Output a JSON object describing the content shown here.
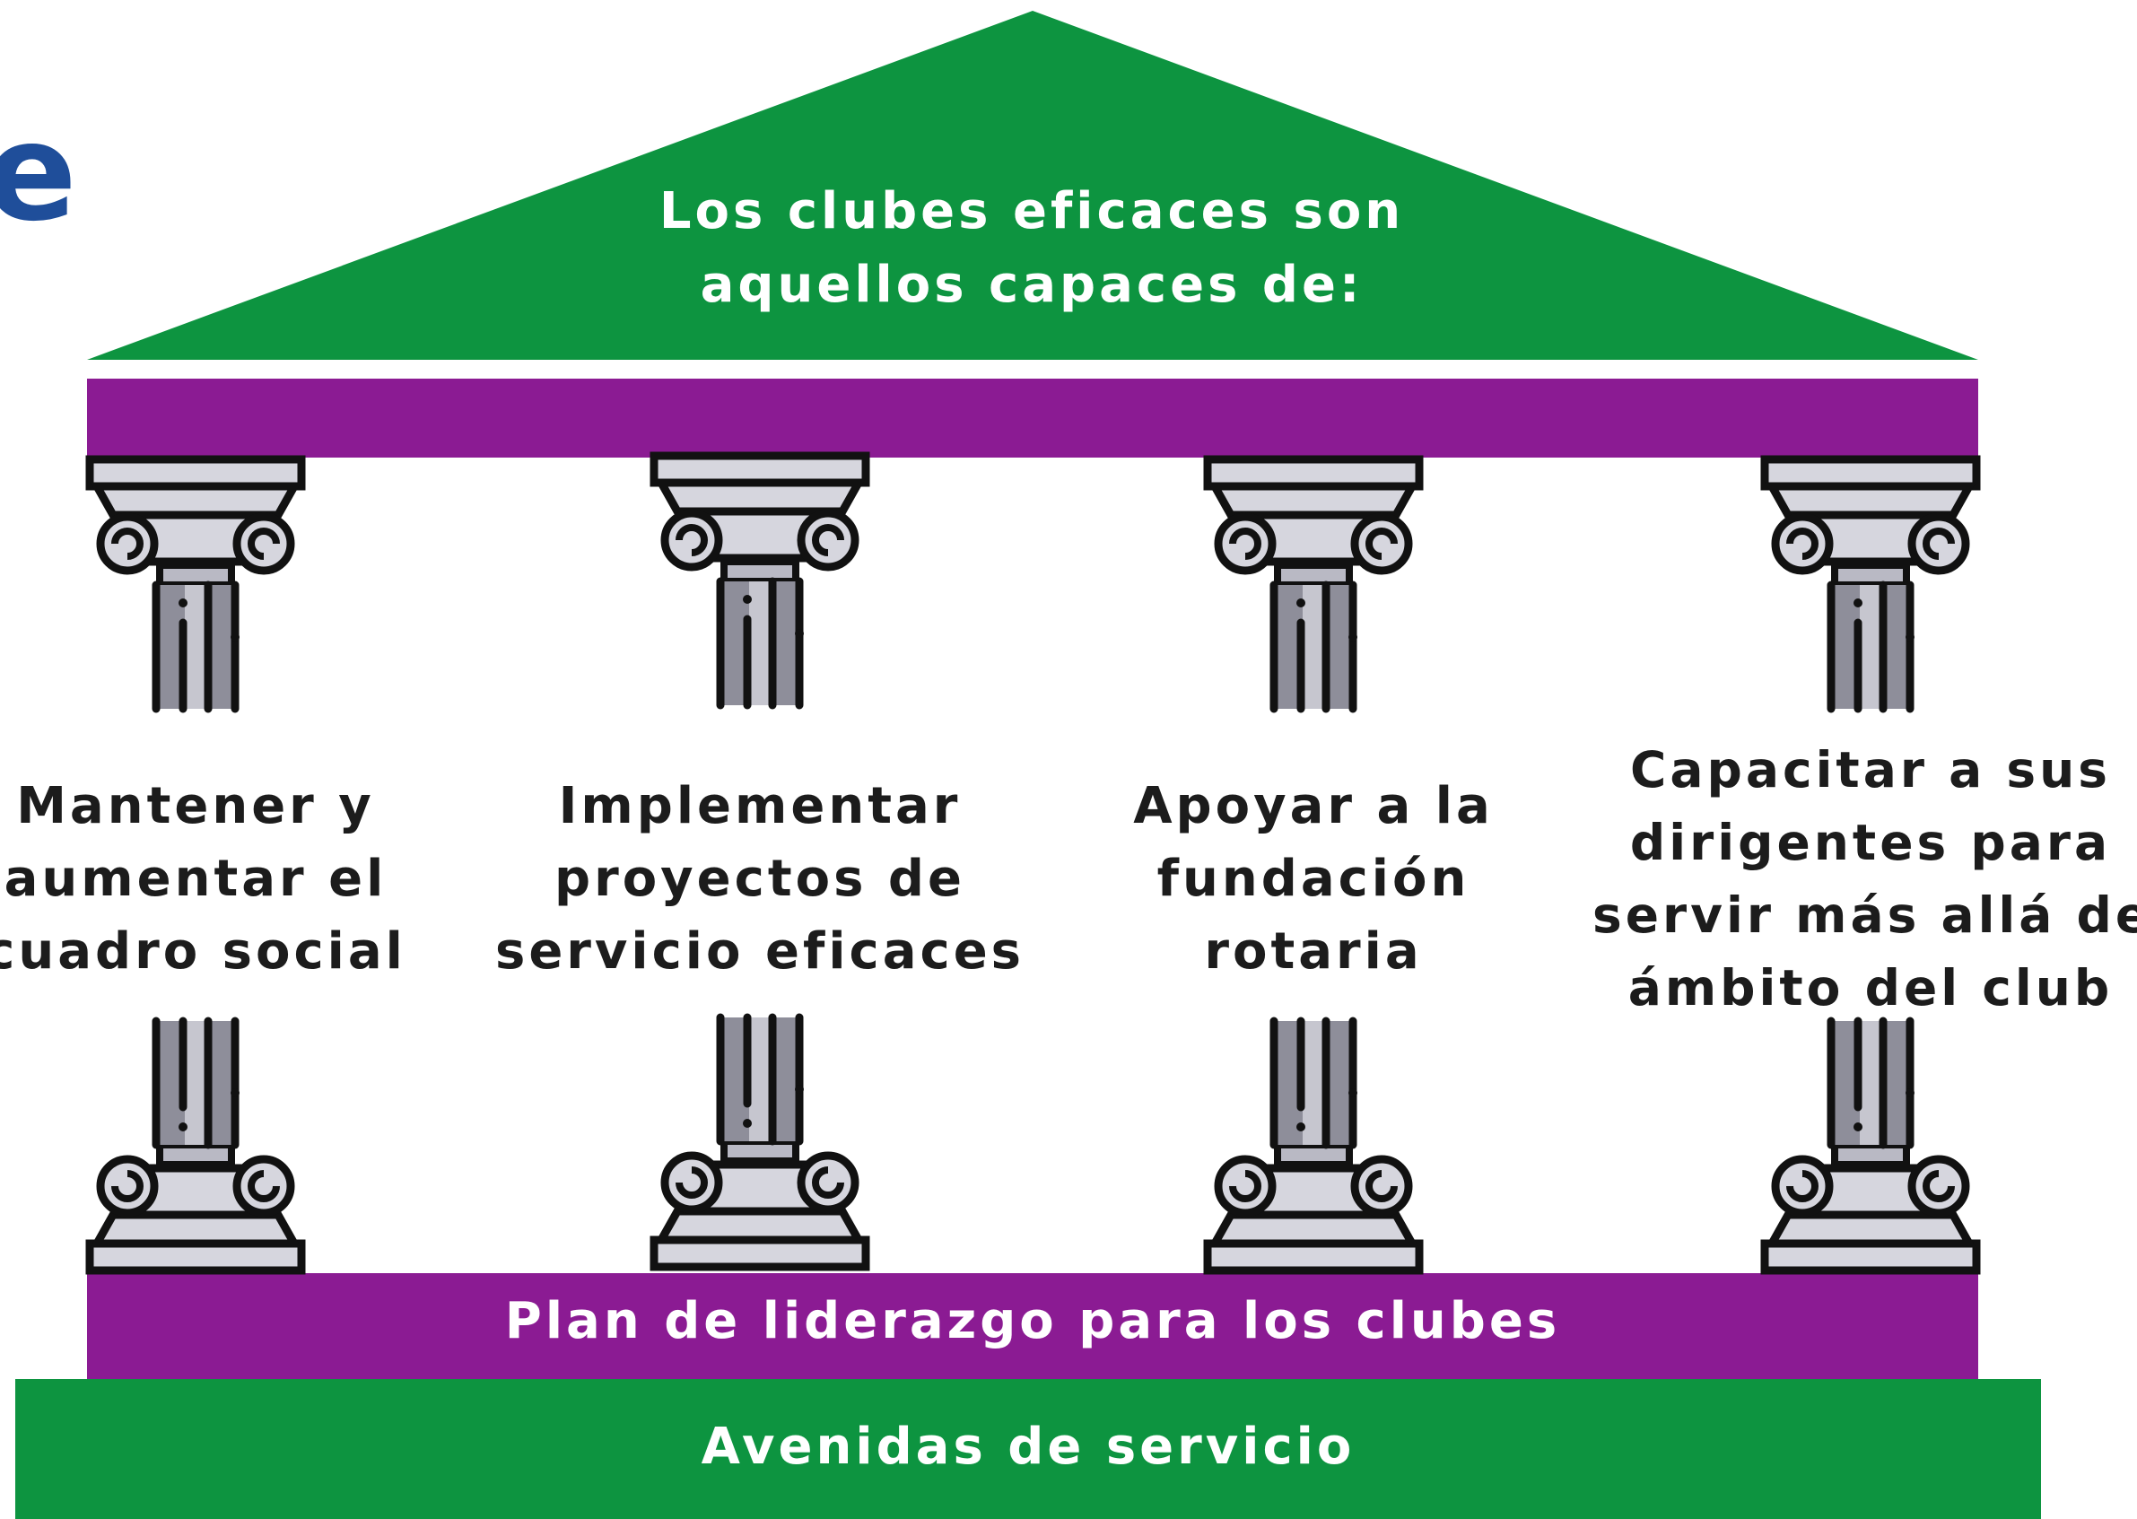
{
  "corner_letter": "e",
  "roof": {
    "lines": [
      "Los clubes eficaces son",
      "aquellos capaces de:"
    ]
  },
  "pillars": [
    {
      "lines": [
        "Mantener y",
        "aumentar el",
        "cuadro social"
      ]
    },
    {
      "lines": [
        "Implementar",
        "proyectos de",
        "servicio eficaces"
      ]
    },
    {
      "lines": [
        "Apoyar a la",
        "fundación",
        "rotaria"
      ]
    },
    {
      "lines": [
        "Capacitar a sus",
        "dirigentes para",
        "servir más allá del",
        "ámbito del club"
      ]
    }
  ],
  "base_band": "Plan de liderazgo para los clubes",
  "foundation": "Avenidas de servicio",
  "colors": {
    "green": "#0d9440",
    "purple": "#8b1b93",
    "column_light": "#d6d6de",
    "column_dark": "#8e8e9a",
    "outline": "#111111",
    "corner_text": "#1f4e9a"
  }
}
